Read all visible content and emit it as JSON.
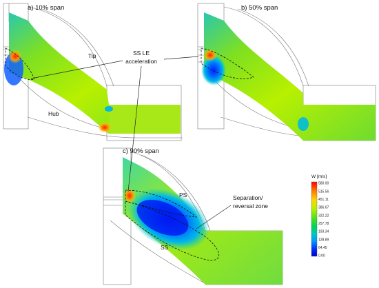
{
  "panels": [
    {
      "title": "a) 10% span"
    },
    {
      "title": "b) 50% span"
    },
    {
      "title": "c) 90% span"
    }
  ],
  "annotations": {
    "tip": "Tip",
    "hub": "Hub",
    "ss_le": [
      "SS LE",
      "acceleration"
    ],
    "ps": "PS",
    "ss": "SS",
    "separation": [
      "Separation/",
      "reversal zone"
    ]
  },
  "colorbar": {
    "title": "W [m/s]",
    "ticks": [
      "580.00",
      "515.56",
      "451.11",
      "386.67",
      "322.22",
      "257.78",
      "193.34",
      "128.89",
      "64.45",
      "0.00"
    ],
    "colors": [
      "#ff0000",
      "#ff7a00",
      "#ffd400",
      "#b8f000",
      "#44e020",
      "#00d45a",
      "#00c8c0",
      "#0096ff",
      "#0030ff",
      "#0000c8"
    ]
  }
}
